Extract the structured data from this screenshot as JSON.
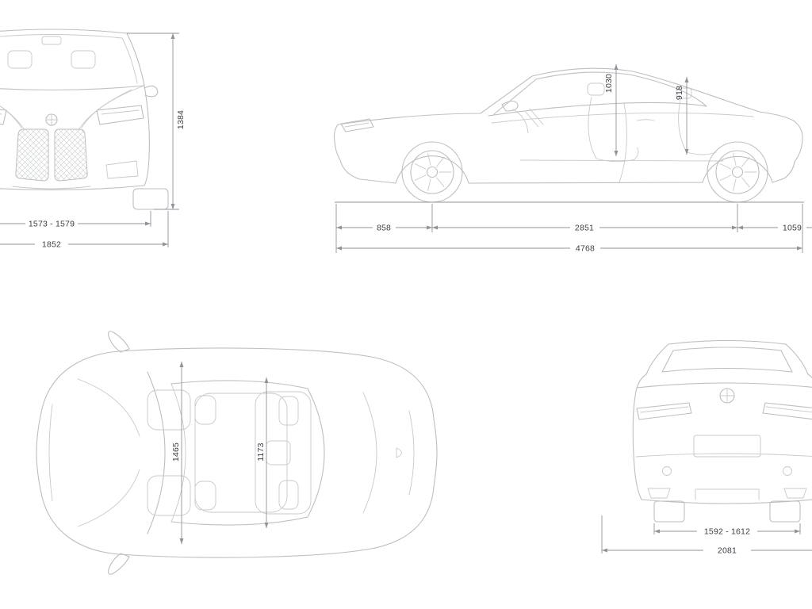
{
  "colors": {
    "background": "#ffffff",
    "car_line": "#bcbec2",
    "dimension_line": "#8f949a",
    "label_text": "#3a3e45"
  },
  "views": {
    "front": {
      "overall_height": "1384",
      "front_track": "1573 - 1579",
      "overall_width": "1852"
    },
    "side": {
      "front_headroom": "1030",
      "rear_headroom": "918",
      "front_overhang": "858",
      "wheelbase": "2851",
      "rear_overhang": "1059",
      "overall_length": "4768"
    },
    "top": {
      "front_interior_width": "1465",
      "rear_interior_width": "1173"
    },
    "rear": {
      "rear_track": "1592 - 1612",
      "overall_width_mirrors": "2081"
    }
  }
}
